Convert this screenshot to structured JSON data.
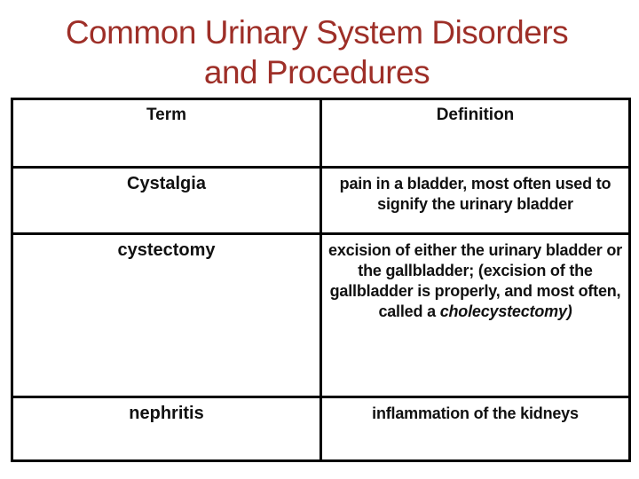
{
  "title": {
    "line1": "Common Urinary System Disorders",
    "line2": "and Procedures",
    "color": "#9e2f28"
  },
  "table": {
    "border_color": "#000000",
    "text_color": "#111111",
    "header": {
      "term": "Term",
      "definition": "Definition"
    },
    "rows": [
      {
        "term": "Cystalgia",
        "definition_main": "pain in a bladder, most often used to signify the urinary bladder",
        "definition_italic": ""
      },
      {
        "term": "cystectomy",
        "definition_main": "excision of either the urinary bladder or the gallbladder; (excision of the gallbladder is properly, and most often, called a ",
        "definition_italic": "cholecystectomy)"
      },
      {
        "term": "nephritis",
        "definition_main": "inflammation of the kidneys",
        "definition_italic": ""
      }
    ]
  }
}
